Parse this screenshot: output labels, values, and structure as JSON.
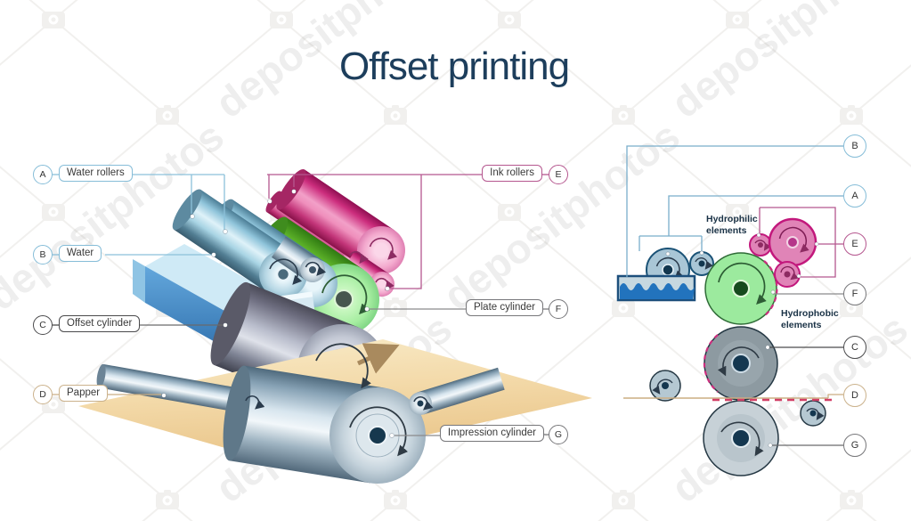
{
  "header": {
    "title": "Offset printing"
  },
  "watermark": {
    "text": "depositphotos"
  },
  "callouts": {
    "A": {
      "letter": "A",
      "label": "Water rollers",
      "color": "#86bdd8"
    },
    "B": {
      "letter": "B",
      "label": "Water",
      "color": "#86bdd8"
    },
    "C": {
      "letter": "C",
      "label": "Offset cylinder",
      "color": "#4a4a4c"
    },
    "D": {
      "letter": "D",
      "label": "Papper",
      "color": "#cbb28c"
    },
    "E": {
      "letter": "E",
      "label": "Ink rollers",
      "color": "#b5578f"
    },
    "F": {
      "letter": "F",
      "label": "Plate cylinder",
      "color": "#77777a"
    },
    "G": {
      "letter": "G",
      "label": "Impression cylinder",
      "color": "#77777a"
    }
  },
  "right_panel": {
    "letters": [
      "B",
      "A",
      "E",
      "F",
      "C",
      "D",
      "G"
    ],
    "hydrophilic": "Hydrophilic elements",
    "hydrophobic": "Hydrophobic elements"
  },
  "colors": {
    "title_text": "#1d3e5c",
    "water_blue_line": "#8cc1da",
    "ink_pink_line": "#b5578f",
    "gray_line": "#8a8a8c",
    "paper_tan_line": "#cbae82",
    "plate_green": "#9cea9e",
    "ink_pink": "#e084b7",
    "water_roller_blue": "#a9c6d6",
    "paper_tan": "#f0d4a2",
    "ink_dash_red": "#d23f66",
    "trough_blue": "#2273bd"
  }
}
